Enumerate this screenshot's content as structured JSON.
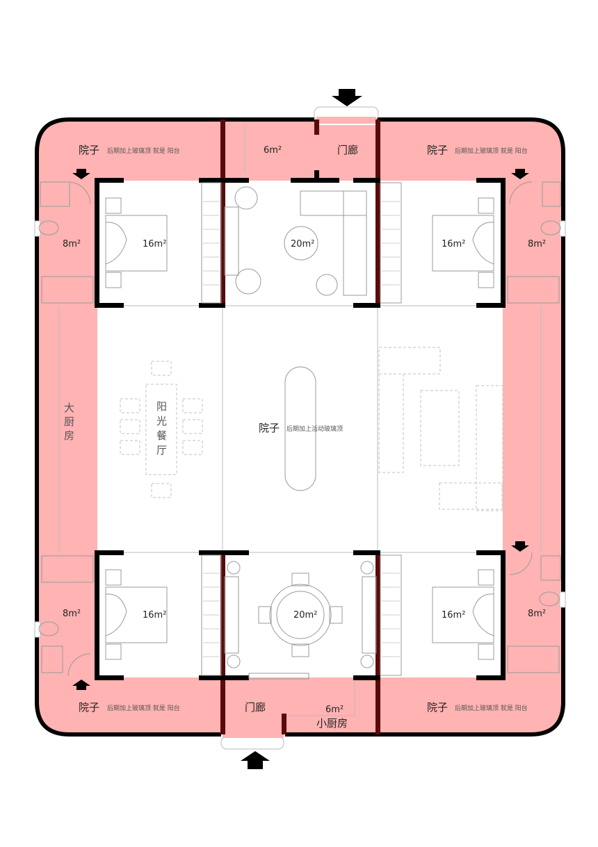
{
  "colors": {
    "courtyard": "#ffb3b3",
    "wall": "#000000",
    "wall_accent": "#5a0a0a",
    "floor": "#ffffff"
  },
  "icons": [
    "entrance-arrow-icon",
    "door-arrow-icon"
  ],
  "labels": {
    "yard": "院子",
    "yard_note": "后期加上玻璃顶  就是  阳台",
    "center_yard": "院子",
    "center_note": "后期加上活动玻璃顶",
    "gate_top": "门廊",
    "gate_bottom": "门廊",
    "small_kitchen": "小厨房",
    "big_kitchen": [
      "大",
      "厨",
      "房"
    ],
    "sun_dining": [
      "阳",
      "光",
      "餐",
      "厅"
    ]
  },
  "areas": {
    "top_hall": "6m²",
    "bottom_hall": "6m²",
    "bath_tl": "8m²",
    "bath_tr": "8m²",
    "bath_bl": "8m²",
    "bath_br": "8m²",
    "bed_tl": "16m²",
    "bed_tr": "16m²",
    "bed_bl": "16m²",
    "bed_br": "16m²",
    "living": "20m²",
    "dining": "20m²"
  }
}
